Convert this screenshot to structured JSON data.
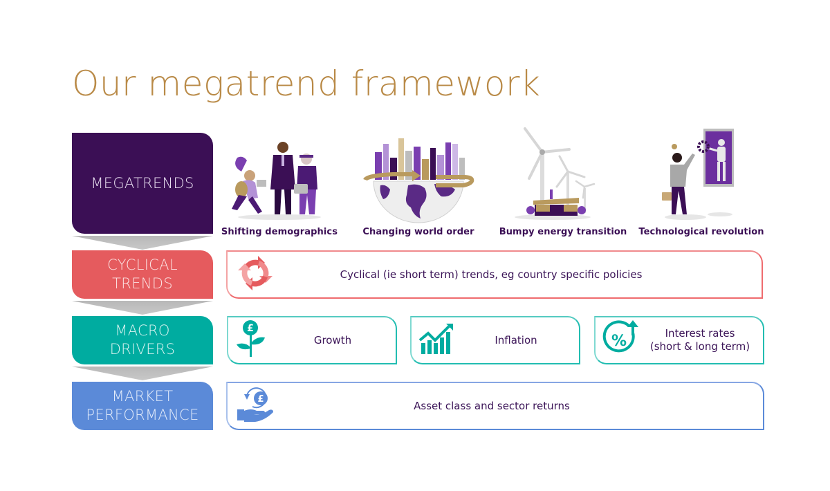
{
  "title": "Our megatrend framework",
  "colors": {
    "title": "#b98a47",
    "megatrends": "#3b0f55",
    "cyclical": "#e55b5e",
    "macro": "#00aca0",
    "market": "#5b8ad8",
    "text": "#3b1457",
    "gold": "#b99a5e",
    "purple_accent": "#6b2f9e"
  },
  "rows": {
    "megatrends": {
      "label": [
        "MEGATRENDS"
      ],
      "items": [
        {
          "caption": "Shifting demographics",
          "icon": "people-group-illustration"
        },
        {
          "caption": "Changing world order",
          "icon": "globe-city-illustration"
        },
        {
          "caption": "Bumpy energy transition",
          "icon": "wind-turbines-illustration"
        },
        {
          "caption": "Technological revolution",
          "icon": "robot-interaction-illustration"
        }
      ]
    },
    "cyclical": {
      "label": [
        "CYCLICAL",
        "TRENDS"
      ],
      "icon": "cycle-arrows-icon",
      "text": "Cyclical (ie short term) trends, eg country specific policies"
    },
    "macro": {
      "label": [
        "MACRO",
        "DRIVERS"
      ],
      "items": [
        {
          "icon": "pound-plant-icon",
          "text": "Growth"
        },
        {
          "icon": "rising-chart-icon",
          "text": "Inflation"
        },
        {
          "icon": "percent-arrow-icon",
          "text": "Interest rates\n(short & long term)",
          "lines": [
            "Interest rates",
            "(short & long term)"
          ]
        }
      ]
    },
    "market": {
      "label": [
        "MARKET",
        "PERFORMANCE"
      ],
      "icon": "hand-pound-icon",
      "text": "Asset class and sector returns"
    }
  }
}
